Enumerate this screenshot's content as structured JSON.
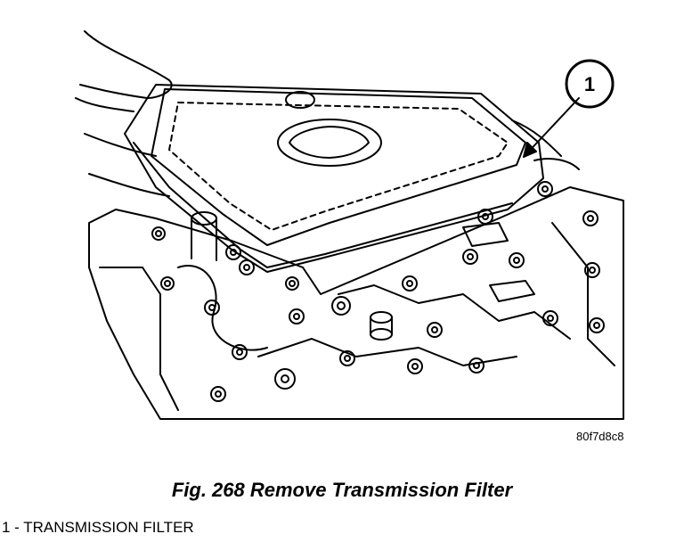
{
  "figure": {
    "reference_code": "80f7d8c8",
    "caption": "Fig. 268 Remove Transmission Filter",
    "callout_number": "1",
    "legend": [
      {
        "text": "1 - TRANSMISSION FILTER"
      }
    ]
  }
}
